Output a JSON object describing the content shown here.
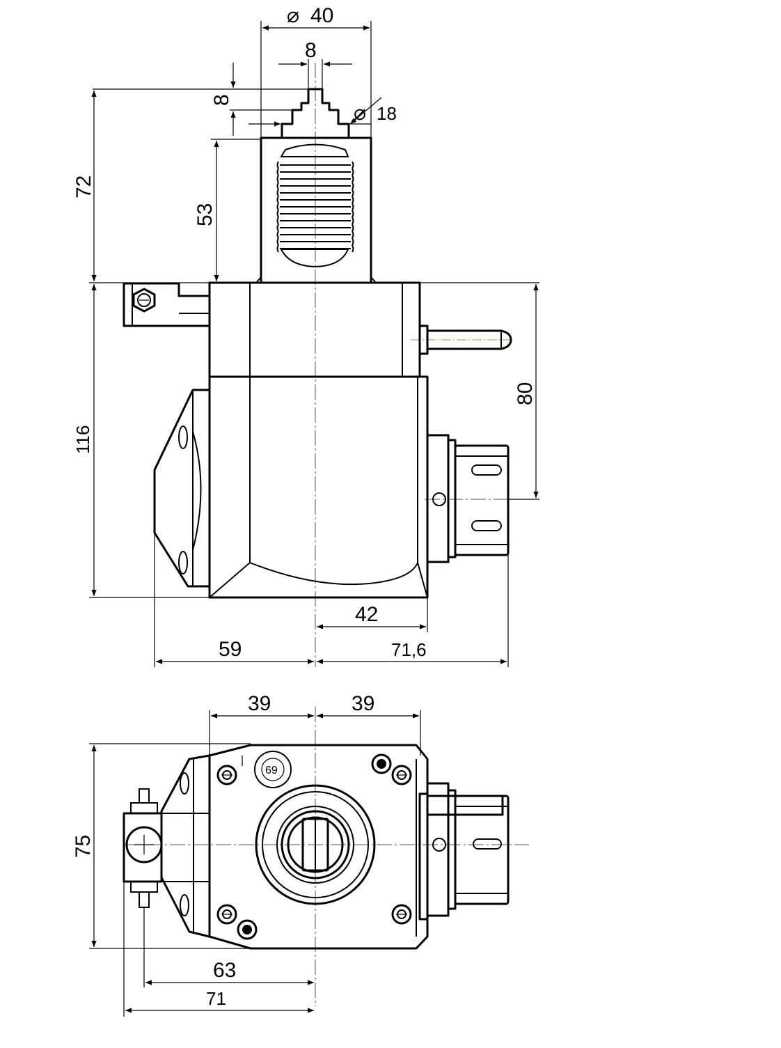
{
  "drawing": {
    "diameter_symbol": "⌀",
    "front_view": {
      "dims": {
        "shank_diameter": "40",
        "tang_width": "8",
        "tang_height": "8",
        "pilot_diameter": "18",
        "overall_top": "72",
        "shank_length": "53",
        "body_height": "116",
        "spindle_height": "80",
        "spindle_offset": "42",
        "left_extent": "59",
        "right_extent": "71,6"
      }
    },
    "top_view": {
      "dims": {
        "half_width_left": "39",
        "half_width_right": "39",
        "depth": "75",
        "offset_63": "63",
        "offset_71": "71"
      },
      "shank_marking": "69"
    }
  }
}
